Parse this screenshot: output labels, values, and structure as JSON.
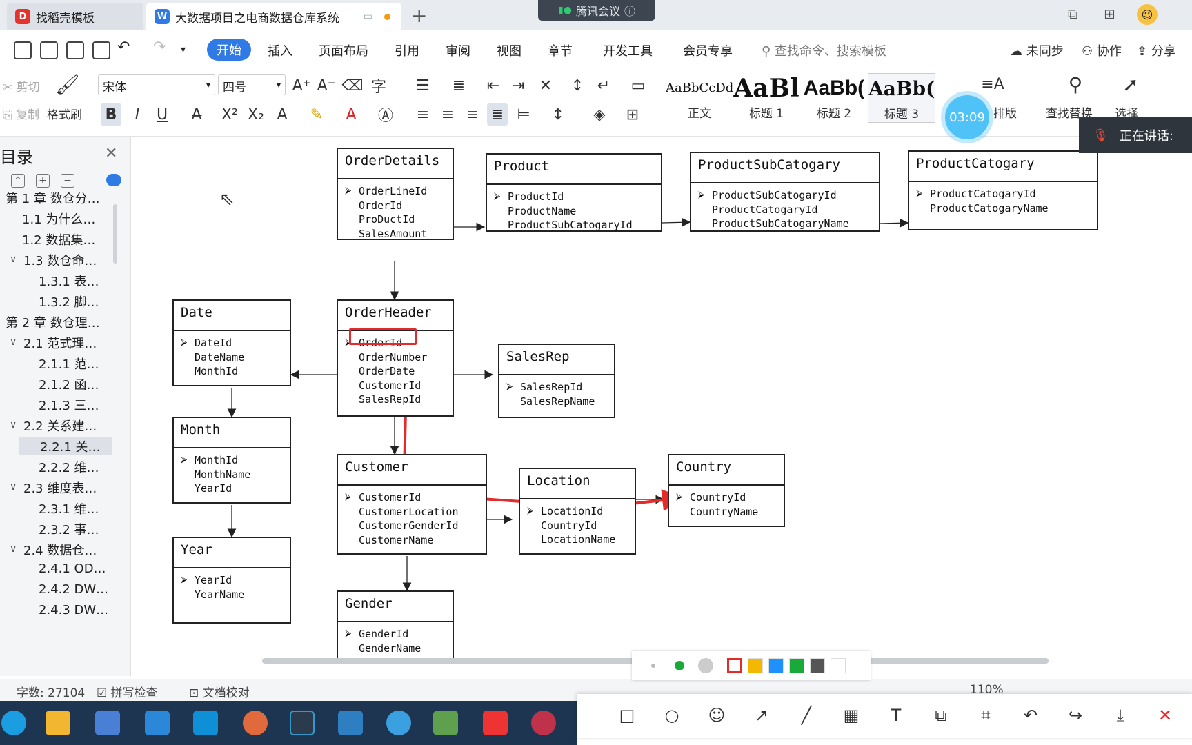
{
  "window": {
    "tabs": [
      {
        "label": "找稻壳模板",
        "logo": "D"
      },
      {
        "label": "大数据项目之电商数据仓库系统",
        "logo": "W"
      }
    ],
    "new_tab": "+",
    "meeting_label": "腾讯会议",
    "meeting_icon": "info-icon"
  },
  "menu": {
    "items": [
      "开始",
      "插入",
      "页面布局",
      "引用",
      "审阅",
      "视图",
      "章节",
      "开发工具",
      "会员专享"
    ],
    "search_placeholder": "查找命令、搜索模板",
    "sync": "未同步",
    "collab": "协作",
    "share": "分享"
  },
  "ribbon": {
    "cut": "剪切",
    "copy": "复制",
    "format_painter": "格式刷",
    "font": "宋体",
    "size": "四号",
    "styles": [
      {
        "sample": "AaBbCcDd",
        "name": "正文"
      },
      {
        "sample": "AaBl",
        "name": "标题 1"
      },
      {
        "sample": "AaBb(",
        "name": "标题 2"
      },
      {
        "sample": "AaBb(",
        "name": "标题 3"
      }
    ],
    "layout": "排版",
    "find_replace": "查找替换",
    "select": "选择"
  },
  "meeting_overlay": {
    "timer": "03:09",
    "speaking": "正在讲话:"
  },
  "toc": {
    "title": "目录",
    "items": [
      {
        "label": "第 1 章  数仓分…",
        "level": 0,
        "caret": ""
      },
      {
        "label": "1.1  为什么…",
        "level": 1,
        "caret": ""
      },
      {
        "label": "1.2  数据集…",
        "level": 1,
        "caret": ""
      },
      {
        "label": "1.3  数仓命…",
        "level": 1,
        "caret": "∨"
      },
      {
        "label": "1.3.1  表…",
        "level": 2,
        "caret": ""
      },
      {
        "label": "1.3.2  脚…",
        "level": 2,
        "caret": ""
      },
      {
        "label": "第 2 章  数仓理…",
        "level": 0,
        "caret": ""
      },
      {
        "label": "2.1  范式理…",
        "level": 1,
        "caret": "∨"
      },
      {
        "label": "2.1.1  范…",
        "level": 2,
        "caret": ""
      },
      {
        "label": "2.1.2  函…",
        "level": 2,
        "caret": ""
      },
      {
        "label": "2.1.3  三…",
        "level": 2,
        "caret": ""
      },
      {
        "label": "2.2  关系建…",
        "level": 1,
        "caret": "∨"
      },
      {
        "label": "2.2.1  关…",
        "level": 2,
        "caret": "",
        "selected": true
      },
      {
        "label": "2.2.2  维…",
        "level": 2,
        "caret": ""
      },
      {
        "label": "2.3  维度表…",
        "level": 1,
        "caret": "∨"
      },
      {
        "label": "2.3.1  维…",
        "level": 2,
        "caret": ""
      },
      {
        "label": "2.3.2  事…",
        "level": 2,
        "caret": ""
      },
      {
        "label": "2.4  数据仓…",
        "level": 1,
        "caret": "∨"
      },
      {
        "label": "2.4.1  OD…",
        "level": 2,
        "caret": ""
      },
      {
        "label": "2.4.2  DW…",
        "level": 2,
        "caret": ""
      },
      {
        "label": "2.4.3  DW…",
        "level": 2,
        "caret": ""
      }
    ]
  },
  "diagram": {
    "tables": [
      {
        "id": "orderdetails",
        "name": "OrderDetails",
        "fields": [
          "OrderLineId",
          "OrderId",
          "ProDuctId",
          "SalesAmount"
        ]
      },
      {
        "id": "product",
        "name": "Product",
        "fields": [
          "ProductId",
          "ProductName",
          "ProductSubCatogaryId"
        ]
      },
      {
        "id": "productsub",
        "name": "ProductSubCatogary",
        "fields": [
          "ProductSubCatogaryId",
          "ProductCatogaryId",
          "ProductSubCatogaryName"
        ]
      },
      {
        "id": "productcat",
        "name": "ProductCatogary",
        "fields": [
          "ProductCatogaryId",
          "ProductCatogaryName"
        ]
      },
      {
        "id": "date",
        "name": "Date",
        "fields": [
          "DateId",
          "DateName",
          "MonthId"
        ]
      },
      {
        "id": "orderheader",
        "name": "OrderHeader",
        "fields": [
          "OrderId",
          "OrderNumber",
          "OrderDate",
          "CustomerId",
          "SalesRepId"
        ]
      },
      {
        "id": "salesrep",
        "name": "SalesRep",
        "fields": [
          "SalesRepId",
          "SalesRepName"
        ]
      },
      {
        "id": "month",
        "name": "Month",
        "fields": [
          "MonthId",
          "MonthName",
          "YearId"
        ]
      },
      {
        "id": "customer",
        "name": "Customer",
        "fields": [
          "CustomerId",
          "CustomerLocation",
          "CustomerGenderId",
          "CustomerName"
        ]
      },
      {
        "id": "location",
        "name": "Location",
        "fields": [
          "LocationId",
          "CountryId",
          "LocationName"
        ]
      },
      {
        "id": "country",
        "name": "Country",
        "fields": [
          "CountryId",
          "CountryName"
        ]
      },
      {
        "id": "year",
        "name": "Year",
        "fields": [
          "YearId",
          "YearName"
        ]
      },
      {
        "id": "gender",
        "name": "Gender",
        "fields": [
          "GenderId",
          "GenderName"
        ]
      }
    ],
    "annotation_color": "#e32b2b"
  },
  "status": {
    "word_count": "字数: 27104",
    "spell_check": "拼写检查",
    "doc_check": "文档校对",
    "zoom": "110%"
  },
  "palette": {
    "colors": [
      "#e32b2b",
      "#f5b800",
      "#1e90ff",
      "#1aaa3a",
      "#555555",
      "#ffffff"
    ]
  },
  "annotation_tools": [
    "square-icon",
    "circle-icon",
    "emoji-icon",
    "arrow-icon",
    "pen-icon",
    "mosaic-icon",
    "text-icon",
    "copy-icon",
    "crop-icon",
    "undo-icon",
    "share-icon",
    "download-icon",
    "close-icon"
  ]
}
